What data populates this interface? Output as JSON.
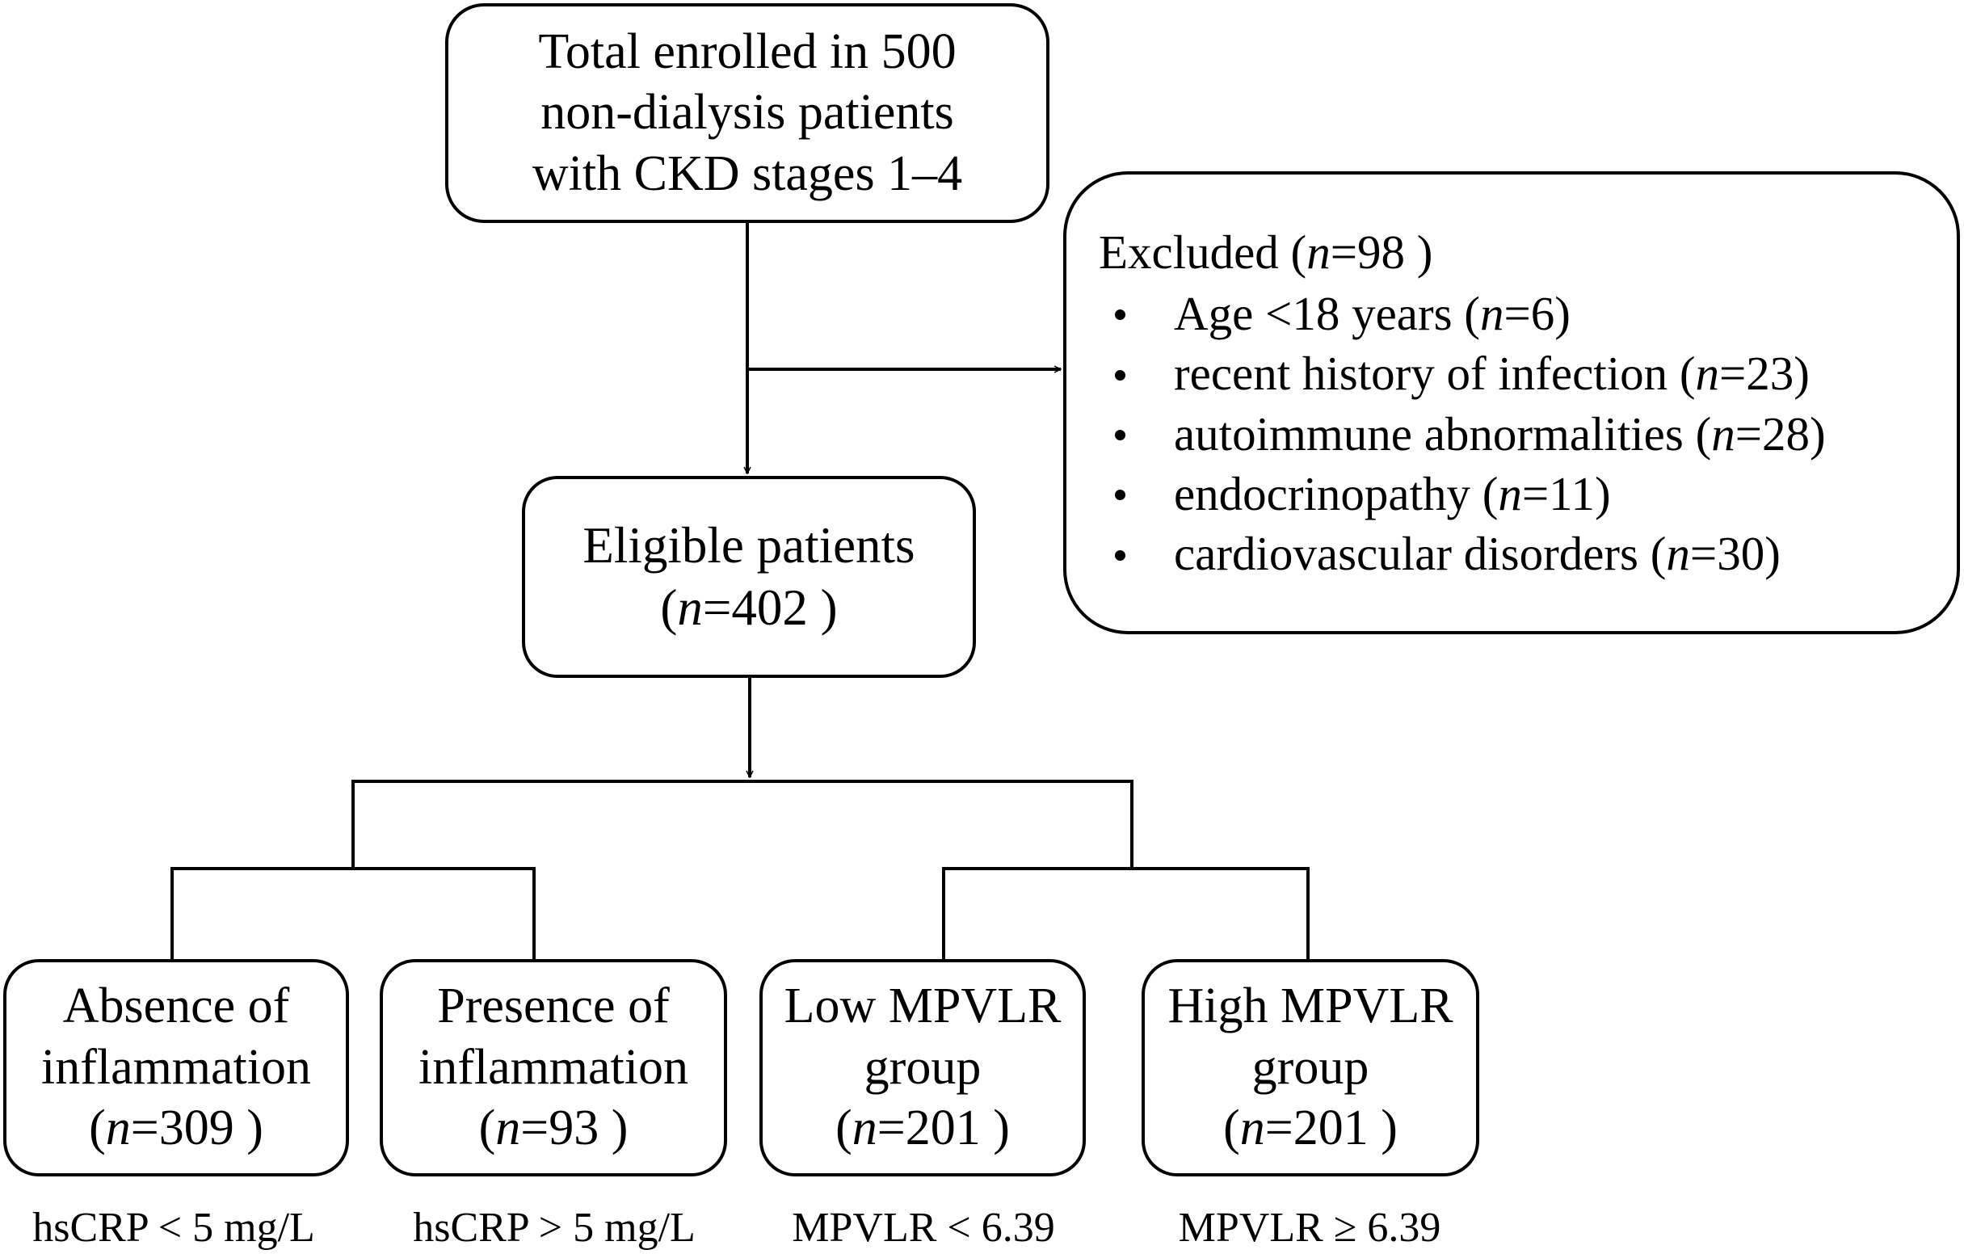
{
  "total": {
    "lines": [
      "Total enrolled in 500",
      "non-dialysis patients",
      "with CKD stages 1–4"
    ]
  },
  "excluded": {
    "title_prefix": "Excluded (",
    "n_var": "n",
    "title_suffix": "=98 )",
    "items": [
      {
        "text": "Age <18 years (",
        "n_var": "n",
        "count": "=6)"
      },
      {
        "text": "recent history of infection (",
        "n_var": "n",
        "count": "=23)"
      },
      {
        "text": "autoimmune abnormalities (",
        "n_var": "n",
        "count": "=28)"
      },
      {
        "text": "endocrinopathy (",
        "n_var": "n",
        "count": "=11)"
      },
      {
        "text": "cardiovascular disorders (",
        "n_var": "n",
        "count": "=30)"
      }
    ]
  },
  "eligible": {
    "label": "Eligible patients",
    "n_prefix": "(",
    "n_var": "n",
    "n_suffix": "=402 )"
  },
  "groups": [
    {
      "line1": "Absence of",
      "line2": "inflammation",
      "n_prefix": "(",
      "n_var": "n",
      "n_suffix": "=309 )",
      "criterion": "hsCRP < 5 mg/L"
    },
    {
      "line1": "Presence of",
      "line2": "inflammation",
      "n_prefix": "(",
      "n_var": "n",
      "n_suffix": "=93 )",
      "criterion": "hsCRP > 5 mg/L"
    },
    {
      "line1": "Low MPVLR",
      "line2": "group",
      "n_prefix": "(",
      "n_var": "n",
      "n_suffix": "=201 )",
      "criterion": "MPVLR < 6.39"
    },
    {
      "line1": "High MPVLR",
      "line2": "group",
      "n_prefix": "(",
      "n_var": "n",
      "n_suffix": "=201 )",
      "criterion": "MPVLR ≥ 6.39"
    }
  ]
}
